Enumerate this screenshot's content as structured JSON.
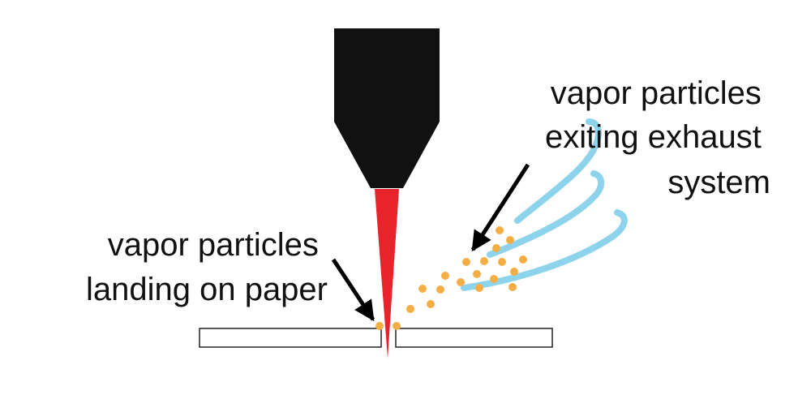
{
  "labels": {
    "exhaust": [
      "vapor particles",
      "exiting exhaust",
      "system"
    ],
    "landing": [
      "vapor particles",
      "landing on paper"
    ]
  },
  "colors": {
    "nozzle_body": "#111111",
    "laser_beam": "#e8232b",
    "vapor_particle": "#f5ae45",
    "exhaust_stream": "#8ed3ec",
    "paper_outline": "#222222",
    "arrow": "#000000",
    "background": "#ffffff"
  },
  "icons": {
    "nozzle": "laser-nozzle",
    "beam": "laser-beam",
    "paper": "paper-sheet"
  }
}
